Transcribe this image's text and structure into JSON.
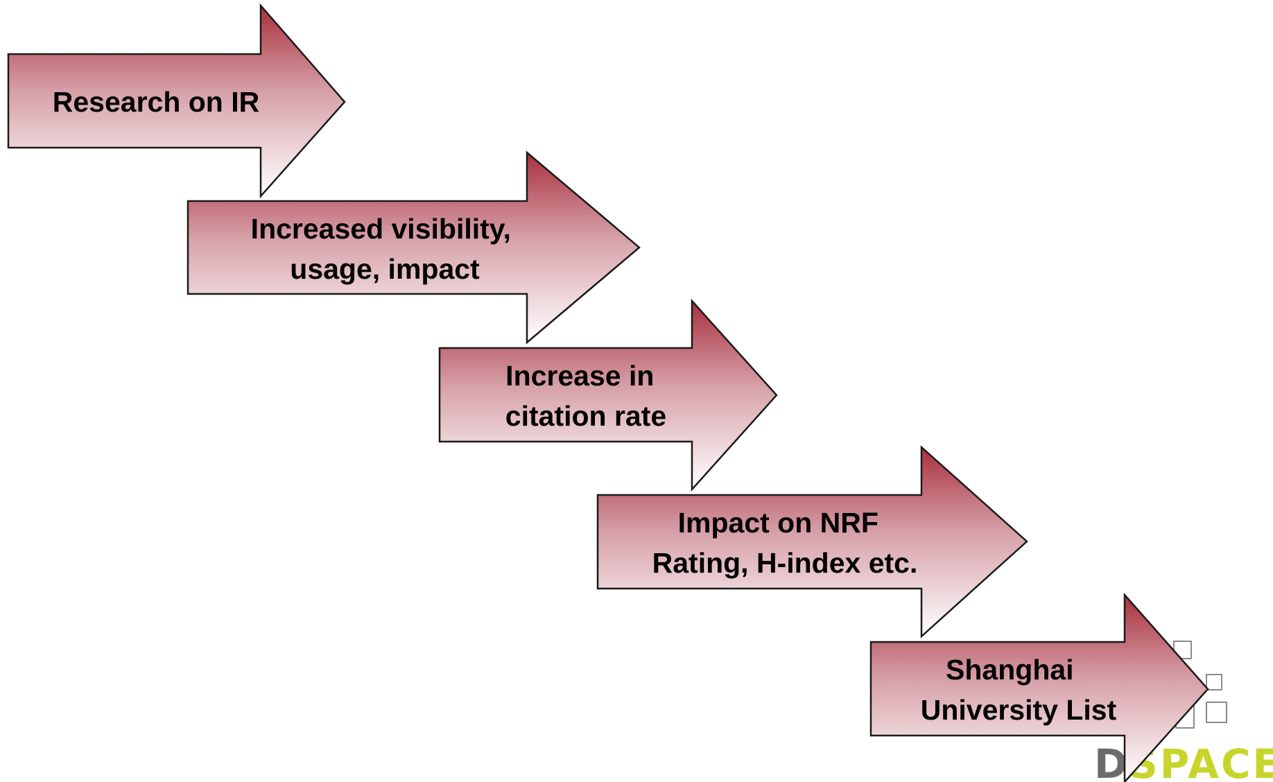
{
  "diagram": {
    "colors": {
      "fill_top": "#a8303e",
      "fill_bottom": "#ffffff",
      "stroke": "#1a1a1a"
    },
    "steps": [
      {
        "lines": [
          "Research on IR"
        ]
      },
      {
        "lines": [
          "Increased visibility,",
          "usage, impact"
        ]
      },
      {
        "lines": [
          "Increase in",
          "citation rate"
        ]
      },
      {
        "lines": [
          "Impact on NRF",
          "Rating, H-index etc."
        ]
      },
      {
        "lines": [
          "Shanghai",
          "University List"
        ]
      }
    ]
  },
  "logo": {
    "letter_d": "D",
    "word": "SPACE"
  }
}
